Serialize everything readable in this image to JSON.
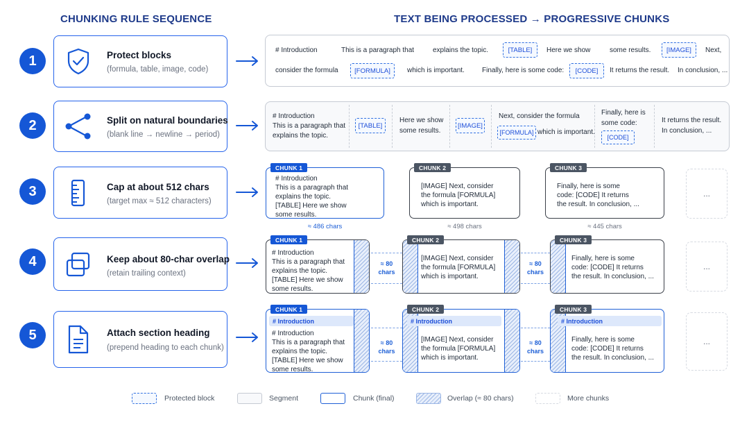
{
  "headers": {
    "left": "CHUNKING RULE SEQUENCE",
    "right": "TEXT BEING PROCESSED → PROGRESSIVE CHUNKS"
  },
  "rules": [
    {
      "num": "1",
      "title": "Protect blocks",
      "sub": "(formula, table, image, code)",
      "icon": "shield-check-icon"
    },
    {
      "num": "2",
      "title": "Split on natural boundaries",
      "sub": "(blank line → newline → period)",
      "icon": "share-nodes-icon"
    },
    {
      "num": "3",
      "title": "Cap at about 512 chars",
      "sub": "(target max ≈ 512 characters)",
      "icon": "ruler-icon"
    },
    {
      "num": "4",
      "title": "Keep about 80-char overlap",
      "sub": "(retain trailing context)",
      "icon": "overlap-squares-icon"
    },
    {
      "num": "5",
      "title": "Attach section heading",
      "sub": "(prepend heading to each chunk)",
      "icon": "document-icon"
    }
  ],
  "row1": {
    "line1": [
      "# Introduction",
      "This is a paragraph that",
      "explains the topic.",
      "[TABLE]",
      "Here we show",
      "some results.",
      "[IMAGE]",
      "Next,"
    ],
    "line2": [
      "consider the formula",
      "[FORMULA]",
      "which is important.",
      "Finally, here is some code:",
      "[CODE]",
      "It returns the result.",
      "In conclusion, ..."
    ]
  },
  "row2": {
    "seg1": [
      "# Introduction",
      "This is a paragraph that",
      "explains the topic."
    ],
    "seg2": "[TABLE]",
    "seg3": [
      "Here we show",
      "some results."
    ],
    "seg4": "[IMAGE]",
    "seg5_a": "Next, consider the formula",
    "seg5_formula": "[FORMULA]",
    "seg5_b": "which is important.",
    "seg6": [
      "Finally, here is",
      "some code:"
    ],
    "seg6_code": "[CODE]",
    "seg7": [
      "It returns the result.",
      "In conclusion, ..."
    ]
  },
  "row3": {
    "chunks": [
      {
        "tag": "CHUNK 1",
        "text": "# Introduction\nThis is a paragraph that\nexplains the topic.\n[TABLE] Here we show\nsome results.",
        "cap": "≈ 486 chars"
      },
      {
        "tag": "CHUNK 2",
        "text": "[IMAGE] Next, consider\nthe formula [FORMULA]\nwhich is important.",
        "cap": "≈ 498 chars"
      },
      {
        "tag": "CHUNK 3",
        "text": "Finally, here is some\ncode: [CODE] It returns\nthe result. In conclusion, ...",
        "cap": "≈ 445 chars"
      }
    ],
    "more": "..."
  },
  "row4": {
    "chunks": [
      {
        "tag": "CHUNK 1",
        "text": "# Introduction\nThis is a paragraph that\nexplains the topic.\n[TABLE] Here we show\nsome results."
      },
      {
        "tag": "CHUNK 2",
        "text": "[IMAGE] Next, consider\nthe formula [FORMULA]\nwhich is important."
      },
      {
        "tag": "CHUNK 3",
        "text": "Finally, here is some\ncode: [CODE] It returns\nthe result. In conclusion, ..."
      }
    ],
    "overlap": [
      "≈ 80",
      "chars"
    ],
    "more": "..."
  },
  "row5": {
    "heading": "# Introduction",
    "chunks": [
      {
        "tag": "CHUNK 1",
        "text": "# Introduction\nThis is a paragraph that\nexplains the topic.\n[TABLE] Here we show\nsome results."
      },
      {
        "tag": "CHUNK 2",
        "text": "[IMAGE] Next, consider\nthe formula [FORMULA]\nwhich is important."
      },
      {
        "tag": "CHUNK 3",
        "text": "Finally, here is some\ncode: [CODE] It returns\nthe result. In conclusion, ..."
      }
    ],
    "overlap": [
      "≈ 80",
      "chars"
    ],
    "more": "..."
  },
  "legend": {
    "protected": "Protected block",
    "segment": "Segment",
    "chunk": "Chunk (final)",
    "overlap": "Overlap (≈ 80 chars)",
    "more": "More chunks"
  },
  "colors": {
    "accent": "#1557d6",
    "header": "#1e3a8a",
    "chunk_border": "#3a3f48",
    "muted": "#6b7280"
  }
}
